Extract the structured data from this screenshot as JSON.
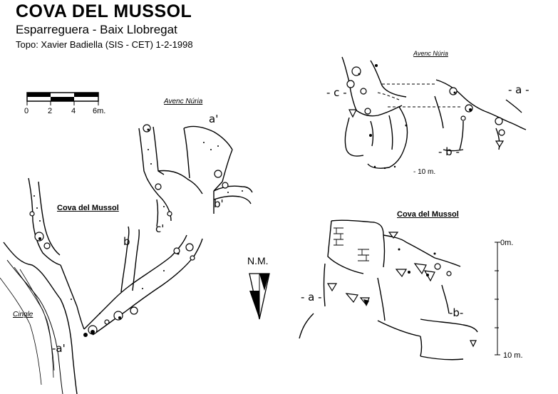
{
  "header": {
    "title": "COVA DEL MUSSOL",
    "subtitle": "Esparreguera - Baix Llobregat",
    "credit": "Topo: Xavier Badiella (SIS - CET)  1-2-1998"
  },
  "scale_bar": {
    "ticks": [
      "0",
      "2",
      "4",
      "6m."
    ]
  },
  "north_arrow": {
    "label": "N.M."
  },
  "plan_view": {
    "avenc_label": "Avenc Núria",
    "cova_label": "Cova del Mussol",
    "cingle_label": "Cingle",
    "section_marks": [
      "a'",
      "b'",
      "c'",
      "b",
      "-a'"
    ]
  },
  "section_avenc": {
    "label": "Avenc Núria",
    "marks": [
      "- c -",
      "- a -",
      "- b -"
    ],
    "depth_label": "- 10 m."
  },
  "section_cova": {
    "label": "Cova del Mussol",
    "marks": [
      "- a -",
      "-b-"
    ],
    "depth_top": "0m.",
    "depth_bottom": "10 m."
  },
  "colors": {
    "ink": "#000000",
    "paper": "#ffffff"
  }
}
